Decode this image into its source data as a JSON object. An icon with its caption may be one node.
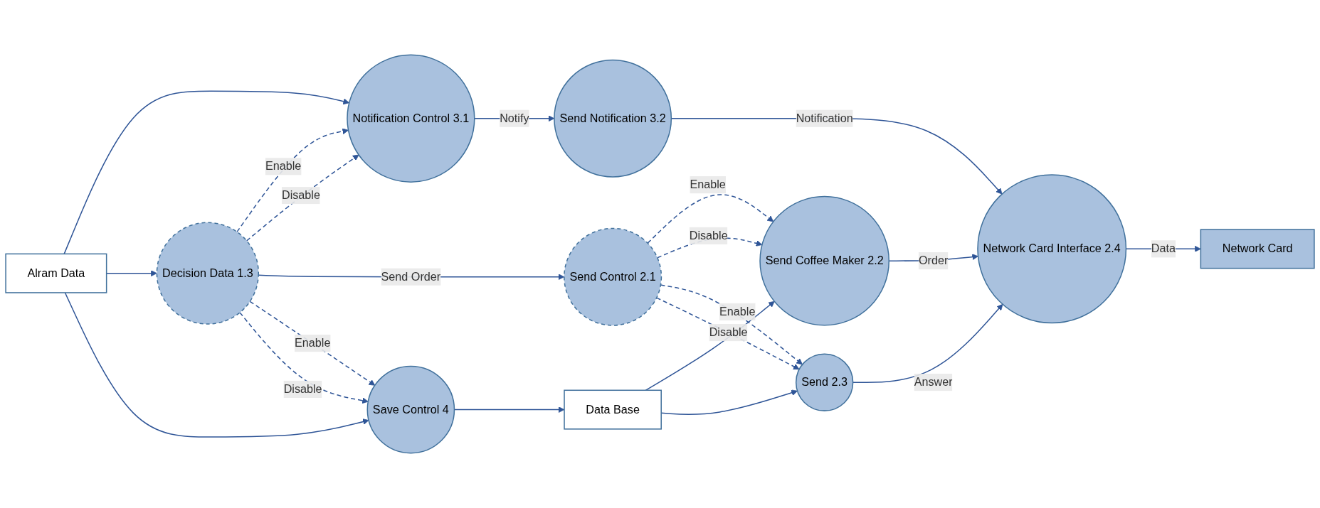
{
  "diagram": {
    "nodes": [
      {
        "text": [
          "Alram Data"
        ]
      },
      {
        "text": [
          "Decision Data 1.3"
        ]
      },
      {
        "text": [
          "Notification Control 3.1"
        ]
      },
      {
        "text": [
          "Send Notification 3.2"
        ]
      },
      {
        "text": [
          "Send Control 2.1"
        ]
      },
      {
        "text": [
          "Send Coffee Maker 2.2"
        ]
      },
      {
        "text": [
          "Save Control 4"
        ]
      },
      {
        "text": [
          "Data Base"
        ]
      },
      {
        "text": [
          "Send 2.3"
        ]
      },
      {
        "text": [
          "Network Card Interface 2.4"
        ]
      },
      {
        "text": [
          "Network Card"
        ]
      }
    ],
    "edges": [
      {
        "from": 0,
        "to": 2,
        "arrow": "to"
      },
      {
        "from": 0,
        "to": 1,
        "arrow": "to"
      },
      {
        "from": 0,
        "to": 6,
        "arrow": "to"
      },
      {
        "from": 1,
        "to": 2,
        "label": "Enable",
        "arrow": "to",
        "style": "dashed"
      },
      {
        "from": 1,
        "to": 2,
        "label": "Disable",
        "arrow": "to",
        "style": "dashed"
      },
      {
        "from": 1,
        "to": 4,
        "label": "Send Order",
        "arrow": "to"
      },
      {
        "from": 1,
        "to": 6,
        "label": "Enable",
        "arrow": "to",
        "style": "dashed"
      },
      {
        "from": 1,
        "to": 6,
        "label": "Disable",
        "arrow": "to",
        "style": "dashed"
      },
      {
        "from": 2,
        "to": 3,
        "label": "Notify",
        "arrow": "to"
      },
      {
        "from": 3,
        "to": 9,
        "label": "Notification",
        "arrow": "to"
      },
      {
        "from": 4,
        "to": 5,
        "label": "Enable",
        "arrow": "to",
        "style": "dashed"
      },
      {
        "from": 4,
        "to": 5,
        "label": "Disable",
        "arrow": "to",
        "style": "dashed"
      },
      {
        "from": 4,
        "to": 8,
        "label": "Enable",
        "arrow": "to",
        "style": "dashed"
      },
      {
        "from": 4,
        "to": 8,
        "label": "Disable",
        "arrow": "to",
        "style": "dashed"
      },
      {
        "from": 5,
        "to": 9,
        "label": "Order",
        "arrow": "to"
      },
      {
        "from": 6,
        "to": 7,
        "arrow": "to"
      },
      {
        "from": 7,
        "to": 5,
        "arrow": "to"
      },
      {
        "from": 7,
        "to": 8,
        "arrow": "to"
      },
      {
        "from": 8,
        "to": 9,
        "label": "Answer",
        "arrow": "to"
      },
      {
        "from": 9,
        "to": 10,
        "label": "Data",
        "arrow": "to"
      }
    ]
  }
}
